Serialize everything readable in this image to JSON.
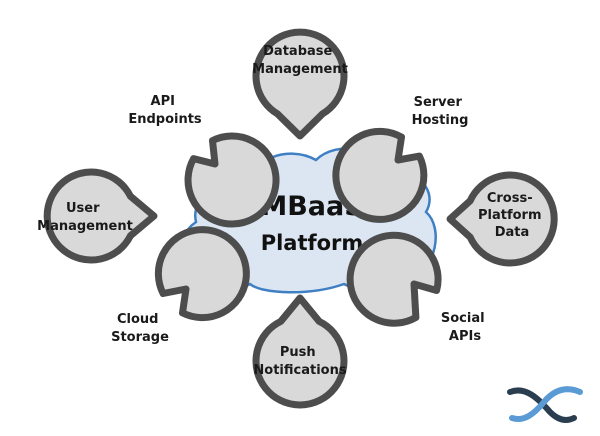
{
  "center": {
    "title": "MBaaS",
    "subtitle": "Platform"
  },
  "nodes": [
    {
      "id": "database-management",
      "lines": [
        "Database",
        "Management"
      ]
    },
    {
      "id": "api-endpoints",
      "lines": [
        "API",
        "Endpoints"
      ]
    },
    {
      "id": "server-hosting",
      "lines": [
        "Server",
        "Hosting"
      ]
    },
    {
      "id": "user-management",
      "lines": [
        "User",
        "Management"
      ]
    },
    {
      "id": "cross-platform-data",
      "lines": [
        "Cross-",
        "Platform",
        "Data"
      ]
    },
    {
      "id": "cloud-storage",
      "lines": [
        "Cloud",
        "Storage"
      ]
    },
    {
      "id": "social-apis",
      "lines": [
        "Social",
        "APIs"
      ]
    },
    {
      "id": "push-notifications",
      "lines": [
        "Push",
        "Notifications"
      ]
    }
  ],
  "colors": {
    "bubble_fill": "#d9d9d9",
    "bubble_stroke": "#4d4d4d",
    "cloud_fill": "#dce6f2",
    "cloud_stroke": "#3f7fc4",
    "logo_dark": "#2b3e50",
    "logo_blue": "#5b9bd5"
  },
  "logo": {
    "icon": "wave-logo-icon"
  }
}
